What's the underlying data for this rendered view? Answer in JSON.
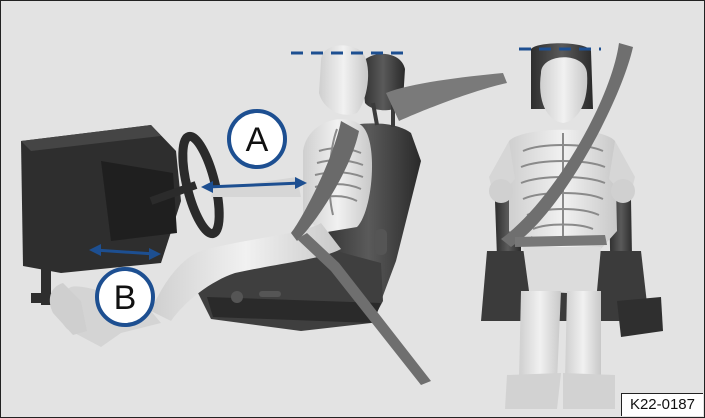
{
  "callouts": [
    {
      "letter": "A"
    },
    {
      "letter": "B"
    }
  ],
  "figure_id": "K22-0187",
  "colors": {
    "background": "#e3e3e3",
    "callout_blue": "#1d4f91",
    "seat_dark": "#3b3b3b",
    "seat_mid": "#5a5a5a",
    "skin": "#dcdcdc",
    "belt": "#6f6f6f",
    "dashboard": "#2e2e2e"
  }
}
